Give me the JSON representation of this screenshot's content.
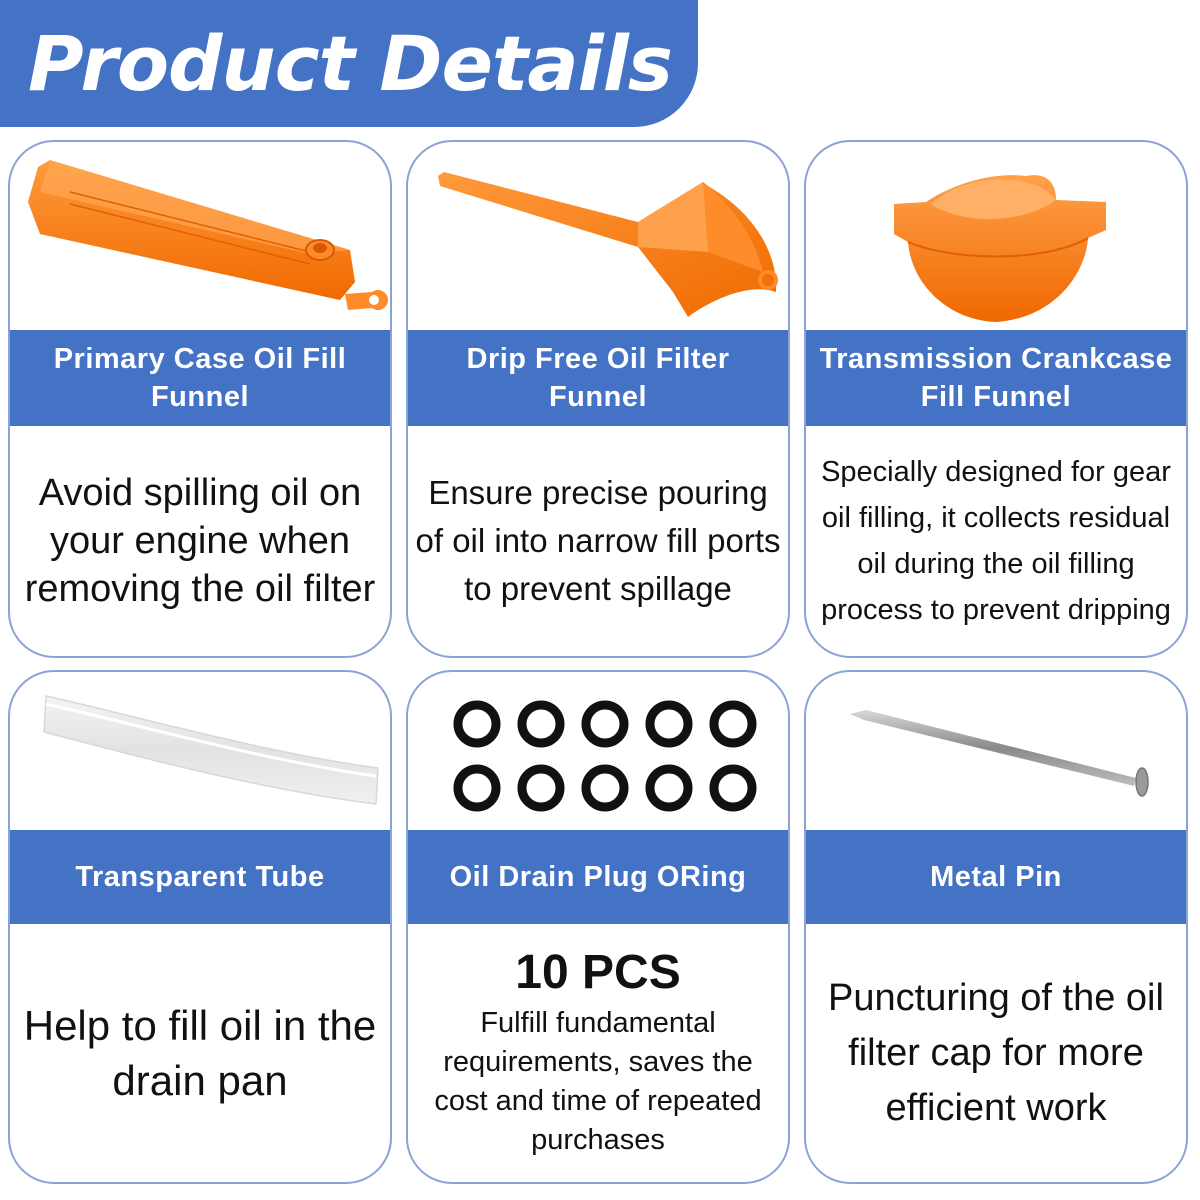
{
  "header": {
    "title": "Product Details"
  },
  "cards": [
    {
      "title": "Primary Case Oil Fill Funnel",
      "description": "Avoid spilling oil on your engine when removing the oil filter",
      "image_icon": "long-spout-funnel-icon"
    },
    {
      "title": "Drip Free Oil Filter Funnel",
      "description": "Ensure precise pouring of oil into narrow fill ports to prevent spillage",
      "image_icon": "cone-funnel-icon"
    },
    {
      "title": "Transmission Crankcase Fill Funnel",
      "description": "Specially designed for gear oil filling, it collects residual oil during the oil filling process to prevent dripping",
      "image_icon": "crankcase-funnel-icon"
    },
    {
      "title": "Transparent Tube",
      "description": "Help to fill oil in the drain pan",
      "image_icon": "transparent-tube-icon"
    },
    {
      "title": "Oil Drain Plug ORing",
      "quantity": "10 PCS",
      "description": "Fulfill fundamental requirements, saves the cost and time of repeated purchases",
      "image_icon": "o-rings-icon"
    },
    {
      "title": "Metal Pin",
      "description": "Puncturing of the oil filter cap for more efficient work",
      "image_icon": "metal-pin-icon"
    }
  ],
  "colors": {
    "accent_blue": "#4472c4",
    "card_border": "#8aa3d4",
    "product_orange": "#ff7a1a"
  }
}
